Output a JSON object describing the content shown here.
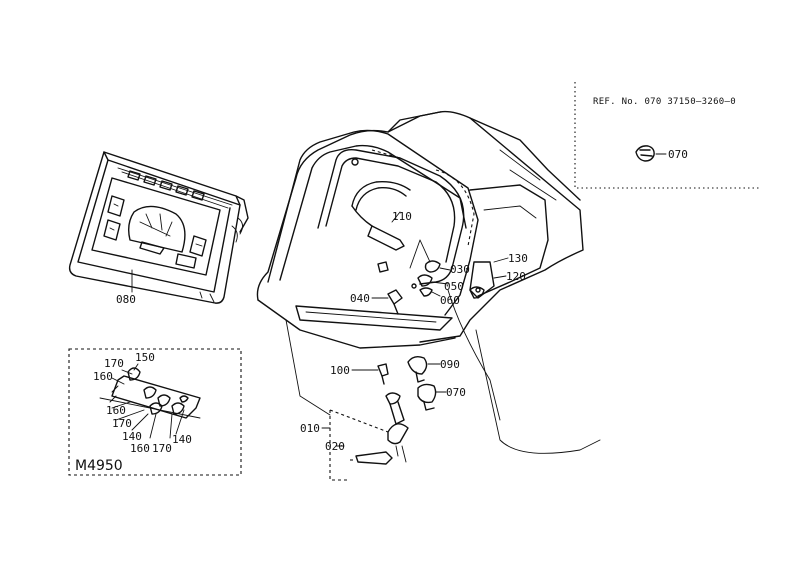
{
  "reference": {
    "text": "REF. No. 070  37150—3260—0",
    "part_label": "070"
  },
  "inset": {
    "model": "M4950",
    "labels": {
      "p170a": "170",
      "p150": "150",
      "p160a": "160",
      "p160b": "160",
      "p170b": "170",
      "p140a": "140",
      "p160c": "160",
      "p170c": "170",
      "p140b": "140"
    }
  },
  "callouts": {
    "p080": "080",
    "p110": "110",
    "p030": "030",
    "p050": "050",
    "p060": "060",
    "p040": "040",
    "p130": "130",
    "p120": "120",
    "p090": "090",
    "p100": "100",
    "p070": "070",
    "p010": "010",
    "p020": "020"
  }
}
